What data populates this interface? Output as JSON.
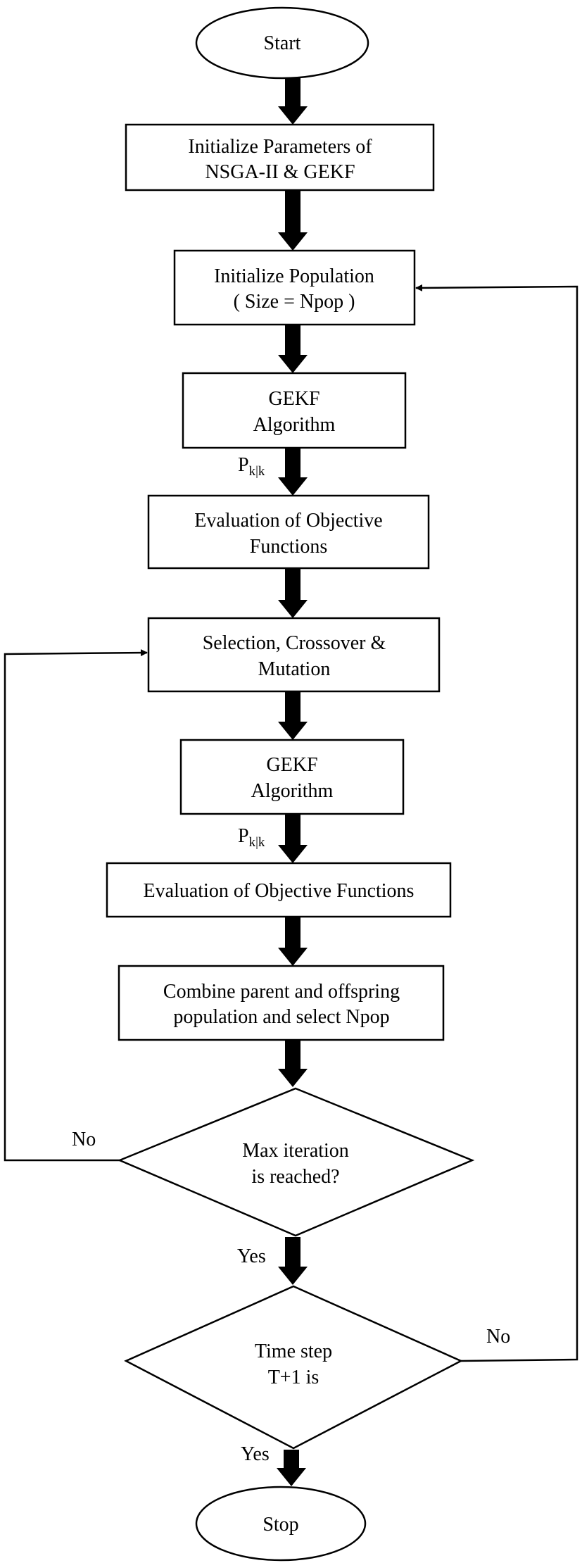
{
  "nodes": {
    "start": "Start",
    "init_params": [
      "Initialize Parameters of",
      "NSGA-II & GEKF"
    ],
    "init_pop": [
      "Initialize Population",
      "( Size = Npop )"
    ],
    "gekf1": [
      "GEKF",
      "Algorithm"
    ],
    "eval1": [
      "Evaluation of Objective",
      "Functions"
    ],
    "selection": [
      "Selection, Crossover &",
      "Mutation"
    ],
    "gekf2": [
      "GEKF",
      "Algorithm"
    ],
    "eval2": "Evaluation of Objective Functions",
    "combine": [
      "Combine parent and offspring",
      "population and select Npop"
    ],
    "max_iter": [
      "Max iteration",
      "is reached?"
    ],
    "time_step": [
      "Time step",
      "T+1 is"
    ],
    "stop": "Stop"
  },
  "edge_labels": {
    "pkk1": {
      "main": "P",
      "sub": "k|k"
    },
    "pkk2": {
      "main": "P",
      "sub": "k|k"
    },
    "max_no": "No",
    "max_yes": "Yes",
    "time_no": "No",
    "time_yes": "Yes"
  }
}
